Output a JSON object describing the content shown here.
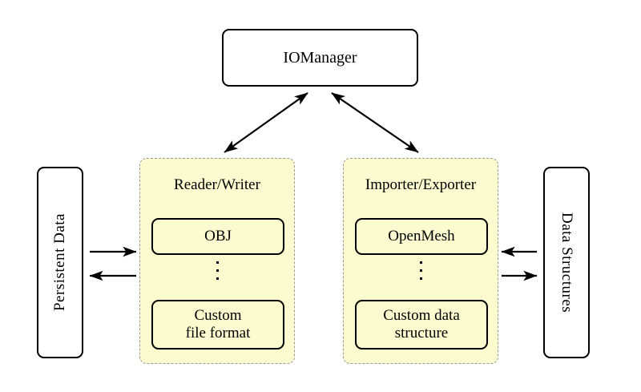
{
  "diagram": {
    "title_node": {
      "label": "IOManager"
    },
    "left_external": {
      "label": "Persistent Data"
    },
    "right_external": {
      "label": "Data Structures"
    },
    "groups": [
      {
        "title": "Reader/Writer",
        "top_item": "OBJ",
        "ellipsis": "⋮",
        "bottom_item_line1": "Custom",
        "bottom_item_line2": "file format"
      },
      {
        "title": "Importer/Exporter",
        "top_item": "OpenMesh",
        "ellipsis": "⋮",
        "bottom_item_line1": "Custom data",
        "bottom_item_line2": "structure"
      }
    ],
    "connections": [
      {
        "name": "iomanager-to-reader-writer",
        "style": "double-headed-diagonal"
      },
      {
        "name": "iomanager-to-importer-exporter",
        "style": "double-headed-diagonal"
      },
      {
        "name": "persistent-data-to-reader-writer",
        "style": "single-arrow-right"
      },
      {
        "name": "reader-writer-to-persistent-data",
        "style": "single-arrow-left"
      },
      {
        "name": "data-structures-to-importer-exporter",
        "style": "single-arrow-left"
      },
      {
        "name": "importer-exporter-to-data-structures",
        "style": "single-arrow-right"
      }
    ],
    "colors": {
      "group_fill": "#fcfbd0",
      "group_border": "#999999",
      "node_border": "#000000",
      "background": "#ffffff"
    }
  }
}
